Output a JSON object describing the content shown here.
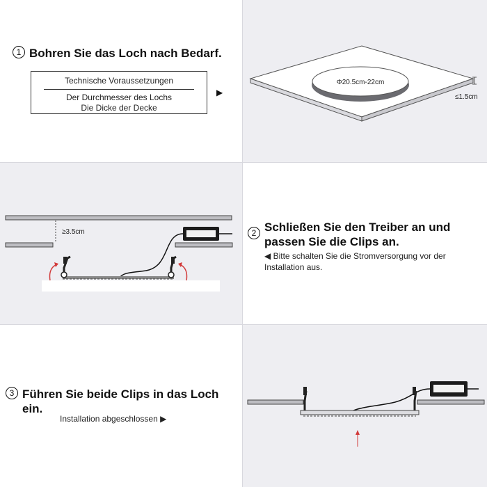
{
  "colors": {
    "panel_gray": "#eeeef2",
    "line": "#333333",
    "ceiling_fill": "#bdbdc2",
    "arrow_red": "#d23a3a",
    "driver_body": "#1c1c1c"
  },
  "step1": {
    "number": "1",
    "title": "Bohren Sie das Loch nach Bedarf.",
    "requirements_header": "Technische Voraussetzungen",
    "requirement_diameter": "Der Durchmesser des Lochs",
    "requirement_thickness": "Die Dicke der Decke",
    "pointer": "▶",
    "diagram": {
      "hole_label": "Φ20.5cm-22cm",
      "thickness_label": "≤1.5cm"
    }
  },
  "step2": {
    "number": "2",
    "title_line1": "Schließen Sie den Treiber an und",
    "title_line2": "passen Sie die Clips an.",
    "note_pointer": "◀",
    "note": "Bitte schalten Sie die Stromversorgung vor der Installation aus.",
    "diagram": {
      "gap_label": "≥3.5cm"
    }
  },
  "step3": {
    "number": "3",
    "title": "Führen Sie beide Clips in das Loch ein.",
    "done_label": "Installation abgeschlossen",
    "done_pointer": "▶"
  },
  "icons": {
    "arrow_curved": "curved-arrow-icon",
    "arrow_up": "up-arrow-icon",
    "triangle_right": "triangle-right-icon",
    "triangle_left": "triangle-left-icon"
  }
}
